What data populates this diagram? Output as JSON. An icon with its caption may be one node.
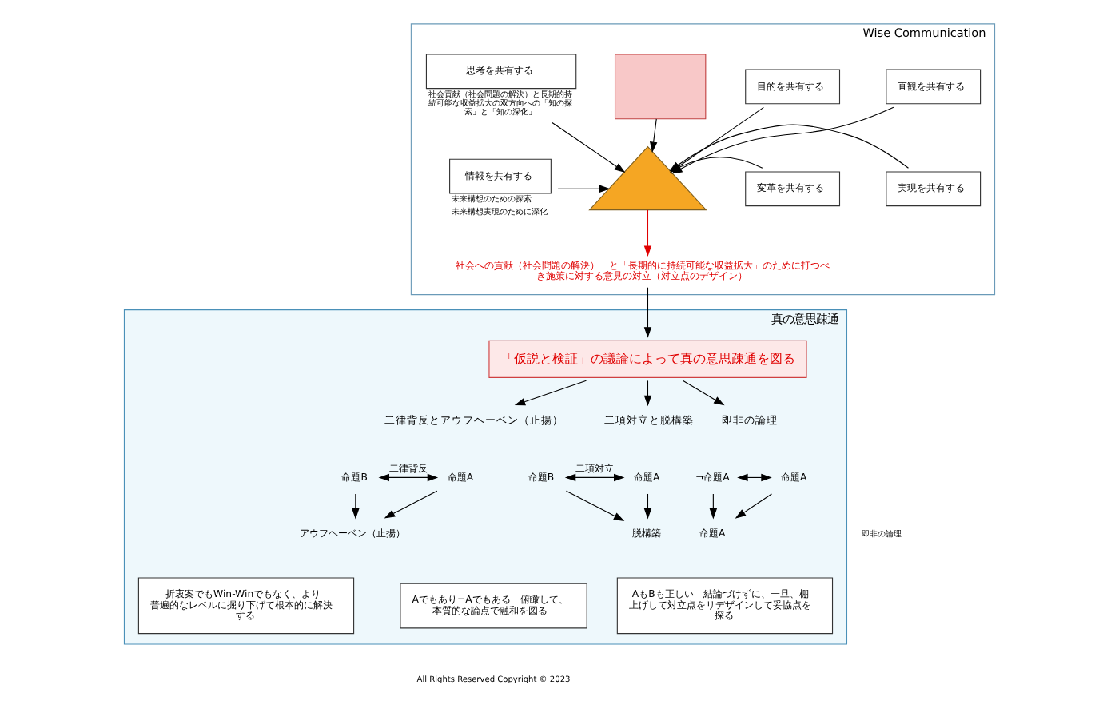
{
  "diagram": {
    "nodes": [
      {
        "text": [
          "Wise Communication"
        ]
      },
      {
        "text": [],
        "shape": "box",
        "in": 0
      },
      {
        "text": [],
        "shape": "triangle",
        "in": 0
      },
      {
        "text": [
          "思考を共有する"
        ],
        "beside": [
          "社会貢献（社会問題の解決）と長期的持続可能な収益拡大の双方向への「知の探索」と「知の深化」"
        ],
        "in": 0
      },
      {
        "text": [
          "情報を共有する"
        ],
        "beside": [
          "未来構想のための探索",
          "未来構想実現のために深化"
        ],
        "in": 0
      },
      {
        "text": [
          "目的を共有する"
        ],
        "in": 0
      },
      {
        "text": [
          "直観を共有する"
        ],
        "in": 0
      },
      {
        "text": [
          "変革を共有する"
        ],
        "in": 0
      },
      {
        "text": [
          "実現を共有する"
        ],
        "in": 0
      },
      {
        "text": [
          "「社会への貢献（社会問題の解決）」と「長期的に持続可能な収益拡大」のために打つべき施策に対する意見の対立（対立点のデザイン）"
        ],
        "in": 0
      },
      {
        "text": [
          "真の意思疎通"
        ]
      },
      {
        "text": [
          "「仮説と検証」の議論によって真の意思疎通を図る"
        ],
        "in": 10
      },
      {
        "text": [
          "二項対立と脱構築"
        ],
        "in": 10
      },
      {
        "text": [
          "二律背反とアウフヘーベン（止揚）"
        ],
        "in": 10
      },
      {
        "text": [
          "即非の論理"
        ],
        "in": 10
      },
      {
        "text": [
          "命題A"
        ],
        "in": 10
      },
      {
        "text": [
          "命題B"
        ],
        "in": 10
      },
      {
        "text": [
          "脱構築"
        ],
        "in": 10
      },
      {
        "text": [
          "アウフヘーベン（止揚）"
        ],
        "in": 10
      },
      {
        "text": [
          "命題A"
        ],
        "in": 10
      },
      {
        "text": [
          "命題B"
        ],
        "in": 10
      },
      {
        "text": [
          "命題A"
        ],
        "in": 10
      },
      {
        "text": [
          "¬命題A"
        ],
        "in": 10
      },
      {
        "text": [
          "命題A"
        ],
        "in": 10
      },
      {
        "text": [
          "AもBも正しい　結論づけずに、一旦、棚上げして対立点をリデザインして妥協点を探る"
        ],
        "in": 10
      },
      {
        "text": [
          "折衷案でもWin-Winでもなく、より普遍的なレベルに掘り下げて根本的に解決する"
        ],
        "in": 10
      },
      {
        "text": [
          "Aでもあり¬Aでもある　俯瞰して、本質的な論点で融和を図る"
        ],
        "in": 10
      }
    ],
    "edges": [
      {
        "from": 1,
        "to": 2,
        "arrow": "to"
      },
      {
        "from": 3,
        "to": 2,
        "arrow": "to"
      },
      {
        "from": 4,
        "to": 2,
        "arrow": "to"
      },
      {
        "from": 5,
        "to": 2,
        "arrow": "to"
      },
      {
        "from": 6,
        "to": 2,
        "arrow": "to"
      },
      {
        "from": 7,
        "to": 2,
        "arrow": "to"
      },
      {
        "from": 8,
        "to": 2,
        "arrow": "to"
      },
      {
        "from": 2,
        "to": 9,
        "arrow": "to",
        "color": "#e00000"
      },
      {
        "from": 9,
        "to": 11,
        "arrow": "to"
      },
      {
        "from": 11,
        "to": 12,
        "arrow": "to"
      },
      {
        "from": 11,
        "to": 13,
        "arrow": "to"
      },
      {
        "from": 11,
        "to": 14,
        "arrow": "to"
      },
      {
        "from": 15,
        "to": 16,
        "arrow": "both",
        "label": "二項対立"
      },
      {
        "from": 15,
        "to": 17,
        "arrow": "to"
      },
      {
        "from": 16,
        "to": 17,
        "arrow": "to"
      },
      {
        "from": 19,
        "to": 20,
        "arrow": "both",
        "label": "二律背反"
      },
      {
        "from": 19,
        "to": 18,
        "arrow": "to"
      },
      {
        "from": 20,
        "to": 18,
        "arrow": "to"
      },
      {
        "from": 21,
        "to": 22,
        "arrow": "both"
      },
      {
        "from": 21,
        "to": 23,
        "arrow": "to"
      },
      {
        "from": 22,
        "to": 23,
        "arrow": "to"
      }
    ],
    "labels": [
      "即非の論理",
      "All Rights Reserved Copyright © 2023"
    ]
  }
}
